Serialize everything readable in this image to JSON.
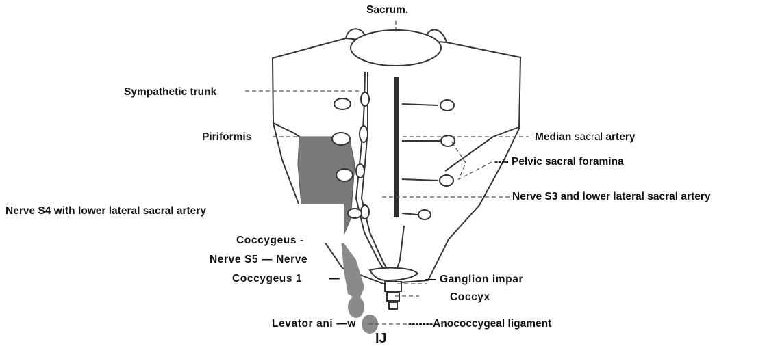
{
  "labels": {
    "sacrum": "Sacrum.",
    "sympathetic_trunk": "Sympathetic trunk",
    "median_sacral_artery": {
      "part1": "Median",
      "part2": "sacral",
      "part3": "artery"
    },
    "piriformis": "Piriformis",
    "pelvic_sacral_foramina": "---- Pelvic sacral foramina",
    "nerve_s3": "Nerve S3 and lower lateral sacral artery",
    "nerve_s4": "Nerve S4 with lower lateral sacral artery",
    "coccygeus_top": "Coccygeus -",
    "nerve_s5": "Nerve S5 — Nerve",
    "coccygeus_1": "Coccygeus 1",
    "coccygeus_1_dash": "—",
    "ganglion_impar": "— Ganglion impar",
    "coccyx": "Coccyx",
    "levator_ani": "Levator ani —w",
    "anococcygeal_ligament": "-------Anococcygeal ligament",
    "footer_mark": "IJ"
  }
}
